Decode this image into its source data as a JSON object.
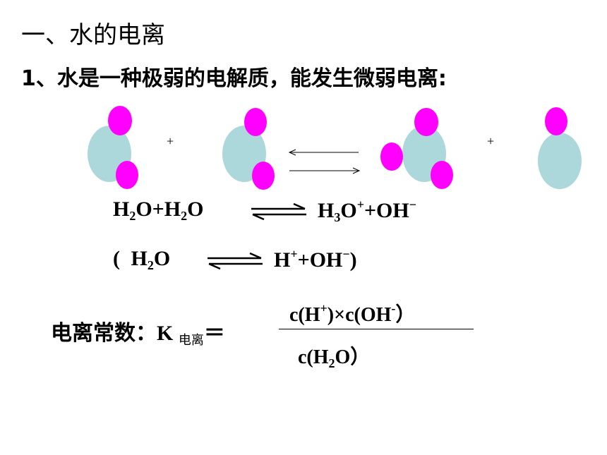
{
  "heading": {
    "title": "一、水的电离",
    "subtitle": "1、水是一种极弱的电解质，能发生微弱电离:"
  },
  "diagram": {
    "plus_1": "+",
    "plus_2": "+",
    "colors": {
      "oxygen": "#add8db",
      "hydrogen": "#ff00ff"
    }
  },
  "equation1": {
    "left": [
      "H",
      "2",
      "O+H",
      "2",
      "O"
    ],
    "right": [
      "H",
      "3",
      "O",
      "+",
      "+OH",
      "−"
    ]
  },
  "equation2": {
    "left": [
      "( ",
      "H",
      "2",
      "O"
    ],
    "right": [
      "H",
      "+",
      "+OH",
      "−",
      ")"
    ]
  },
  "constant": {
    "label": "电离常数：",
    "k": "K ",
    "k_sub": "电离",
    "equals": "＝",
    "numerator": [
      "c(H",
      "+",
      ")×c(OH",
      "-",
      "）"
    ],
    "denominator": [
      "c(H",
      "2",
      "O）"
    ]
  }
}
